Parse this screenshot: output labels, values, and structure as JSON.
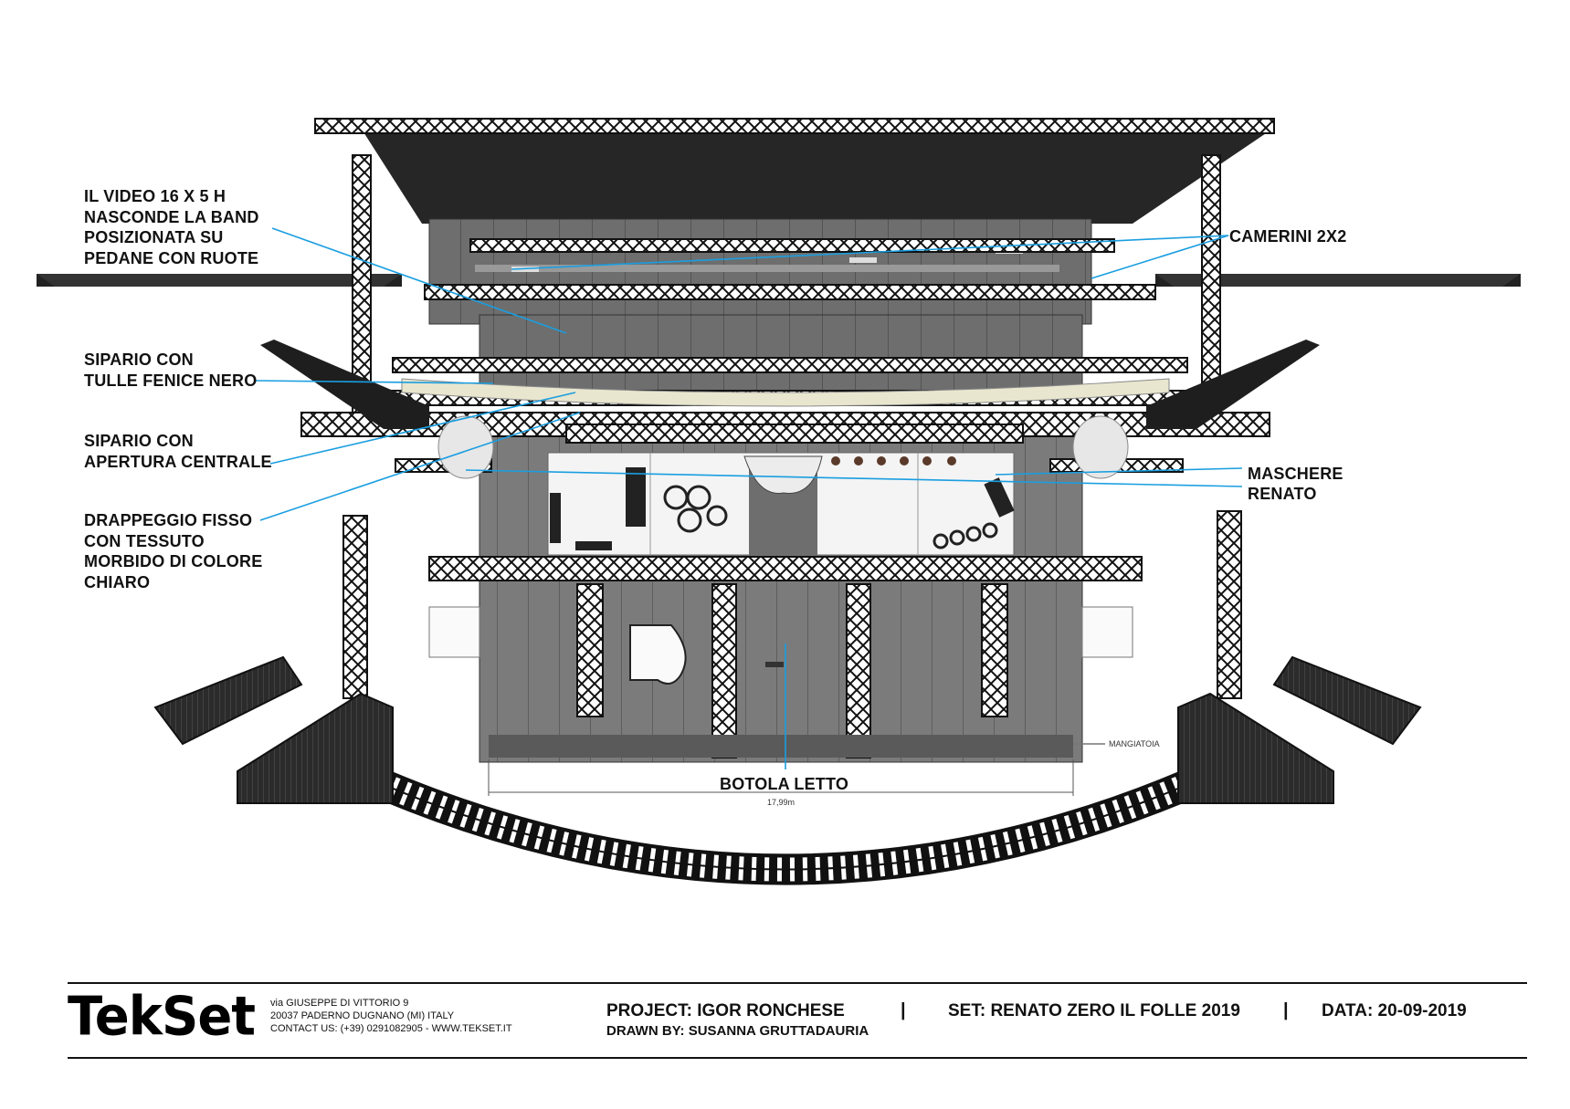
{
  "labels": {
    "video": [
      "IL VIDEO 16 X 5 H",
      "NASCONDE LA BAND",
      "POSIZIONATA SU",
      "PEDANE CON RUOTE"
    ],
    "sipario_tulle": [
      "SIPARIO CON",
      "TULLE FENICE NERO"
    ],
    "sipario_apertura": [
      "SIPARIO CON",
      "APERTURA CENTRALE"
    ],
    "drappeggio": [
      "DRAPPEGGIO FISSO",
      "CON TESSUTO",
      "MORBIDO DI COLORE",
      "CHIARO"
    ],
    "camerini": "CAMERINI 2X2",
    "maschere": "MASCHERE",
    "renato": "RENATO",
    "botola": "BOTOLA LETTO",
    "mangiatoia": "MANGIATOIA",
    "dimension": "17,99m"
  },
  "footer": {
    "logo": "TekSet",
    "address": [
      "via GIUSEPPE DI VITTORIO 9",
      "20037 PADERNO DUGNANO (MI) ITALY",
      "CONTACT US: (+39) 0291082905 - WWW.TEKSET.IT"
    ],
    "project": "PROJECT: IGOR RONCHESE",
    "drawn_by": "DRAWN BY: SUSANNA GRUTTADAURIA",
    "set": "SET: RENATO ZERO IL FOLLE 2019",
    "data": "DATA: 20-09-2019",
    "separator": "|"
  },
  "colors": {
    "leader": "#1a9ee0",
    "truss": "#111111",
    "stage_gray": "#7d7d7d",
    "band_area": "#f4f4f4"
  }
}
